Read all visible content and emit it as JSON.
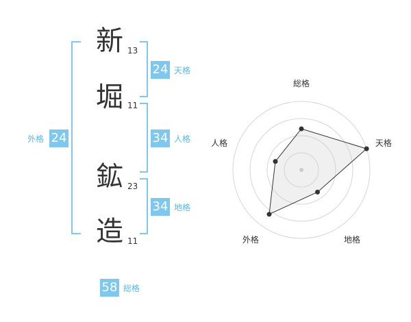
{
  "name": {
    "chars": [
      {
        "char": "新",
        "strokes": "13"
      },
      {
        "char": "堀",
        "strokes": "11"
      },
      {
        "char": "鉱",
        "strokes": "23"
      },
      {
        "char": "造",
        "strokes": "11"
      }
    ]
  },
  "kaku": {
    "tenkaku": {
      "value": "24",
      "label": "天格"
    },
    "jinkaku": {
      "value": "34",
      "label": "人格"
    },
    "chikaku": {
      "value": "34",
      "label": "地格"
    },
    "gaikaku": {
      "value": "24",
      "label": "外格"
    },
    "soukaku": {
      "value": "58",
      "label": "総格"
    }
  },
  "chart_data": {
    "type": "radar",
    "axes": [
      "総格",
      "天格",
      "地格",
      "外格",
      "人格"
    ],
    "values": [
      3,
      5,
      2,
      4,
      2
    ],
    "max": 5,
    "rings": 4
  },
  "colors": {
    "accent": "#7ec8f0",
    "label": "#5bb8e8",
    "text": "#333333"
  }
}
